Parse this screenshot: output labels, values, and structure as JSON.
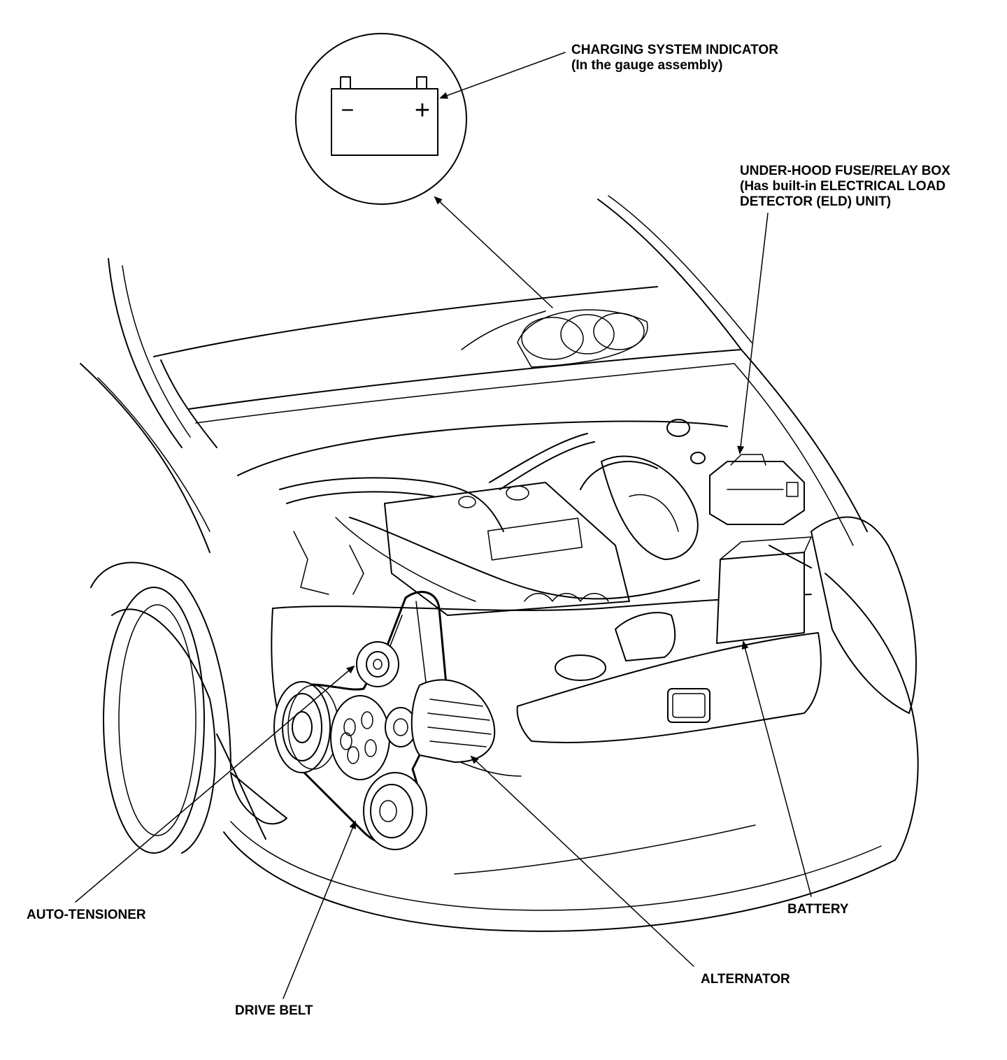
{
  "labels": {
    "charging_indicator": {
      "line1": "CHARGING SYSTEM INDICATOR",
      "line2": "(In the gauge assembly)"
    },
    "fuse_box": {
      "line1": "UNDER-HOOD FUSE/RELAY BOX",
      "line2": "(Has built-in ELECTRICAL LOAD",
      "line3": "DETECTOR (ELD) UNIT)"
    },
    "auto_tensioner": "AUTO-TENSIONER",
    "battery": "BATTERY",
    "alternator": "ALTERNATOR",
    "drive_belt": "DRIVE BELT"
  },
  "indicator_symbols": {
    "minus": "−",
    "plus": "+"
  }
}
